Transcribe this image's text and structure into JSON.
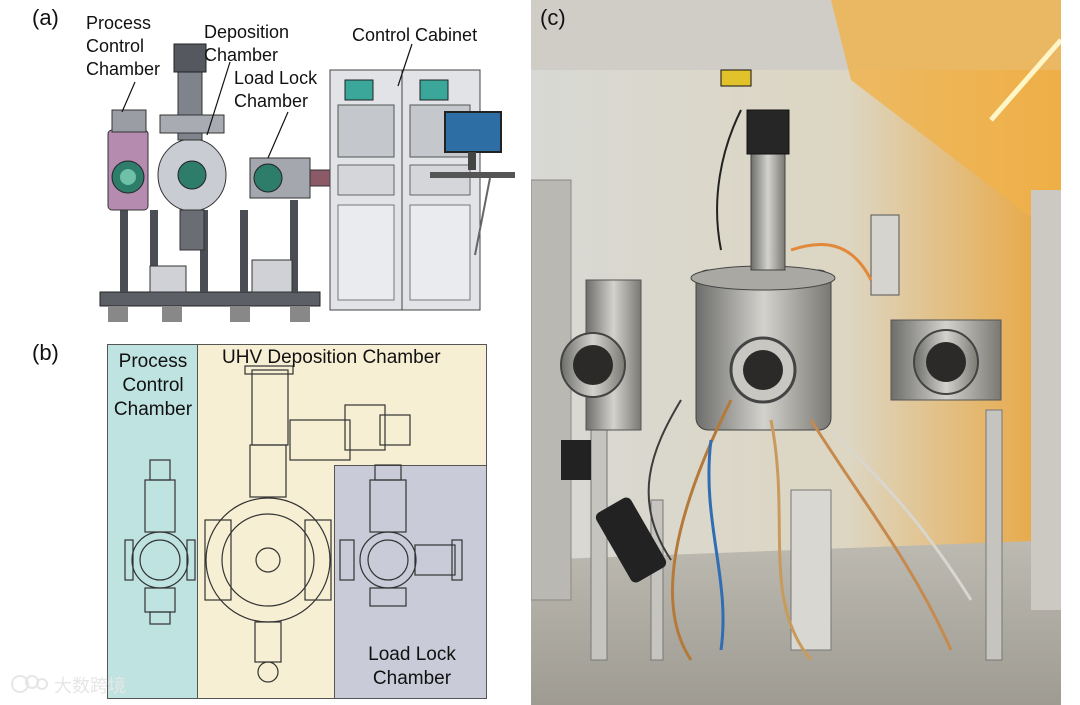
{
  "panel_a": {
    "label": "(a)",
    "process_control_label": "Process\nControl\nChamber",
    "deposition_label": "Deposition\nChamber",
    "load_lock_label": "Load Lock\nChamber",
    "control_cabinet_label": "Control Cabinet"
  },
  "panel_b": {
    "label": "(b)",
    "process_control_label": "Process\nControl\nChamber",
    "uhv_label": "UHV Deposition Chamber",
    "load_lock_label": "Load Lock\nChamber",
    "colors": {
      "process": "#bfe3e0",
      "uhv": "#f6efd4",
      "loadlock": "#c9cbd8"
    }
  },
  "panel_c": {
    "label": "(c)"
  },
  "watermark": {
    "text": "大数跨境"
  }
}
